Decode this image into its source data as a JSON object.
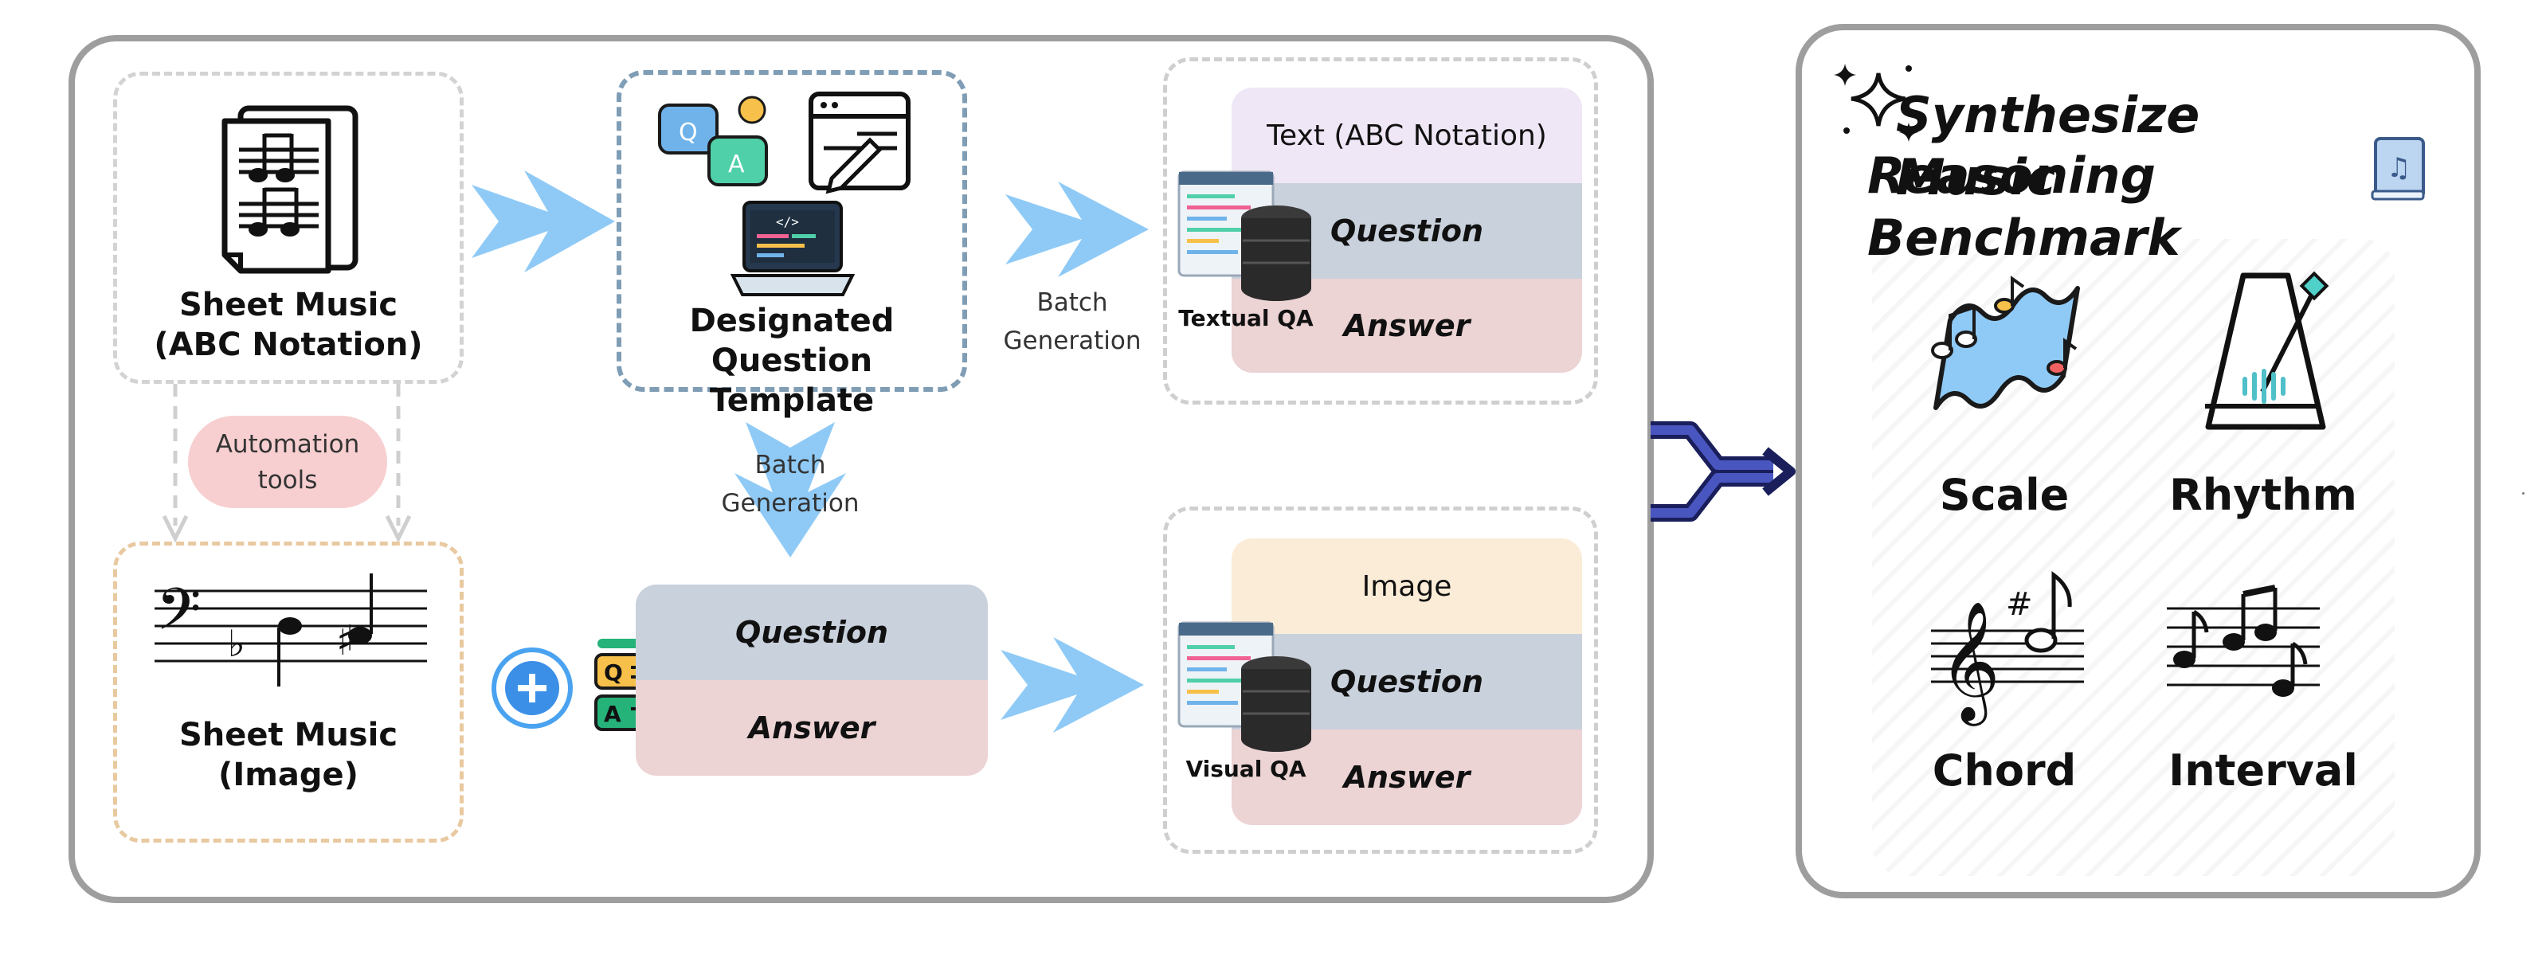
{
  "pipeline": {
    "sheet_music_abc": "Sheet Music\n(ABC Notation)",
    "automation_tools": "Automation\ntools",
    "sheet_music_image": "Sheet Music\n(Image)",
    "template_label": "Designated Question\nTemplate",
    "template_icon_q": "Q",
    "template_icon_a": "A",
    "template_icon_code": "</>",
    "batch_generation_top": "Batch\nGeneration",
    "batch_generation_mid": "Batch\nGeneration",
    "qa_pair": {
      "question": "Question",
      "answer": "Answer",
      "badge_q": "Q",
      "badge_a": "A"
    }
  },
  "textual_qa": {
    "header": "Text (ABC Notation)",
    "question": "Question",
    "answer": "Answer",
    "label": "Textual QA"
  },
  "visual_qa": {
    "header": "Image",
    "question": "Question",
    "answer": "Answer",
    "label": "Visual QA"
  },
  "benchmark": {
    "title_line1": "Synthesize Music",
    "title_line2": "Reasoning Benchmark",
    "categories": [
      "Scale",
      "Rhythm",
      "Chord",
      "Interval"
    ]
  },
  "colors": {
    "panel_border": "#9e9e9e",
    "arrow_blue": "#8fcaf6",
    "merge_arrow": "#4a56c0",
    "header_lavender": "#efe6f6",
    "header_peach": "#fbecd7",
    "question_band": "#c9d1dc",
    "answer_band": "#ecd3d4",
    "automation_pill": "#f7cfd0",
    "template_border": "#7f9db5",
    "image_box_border": "#e8c9a0"
  }
}
